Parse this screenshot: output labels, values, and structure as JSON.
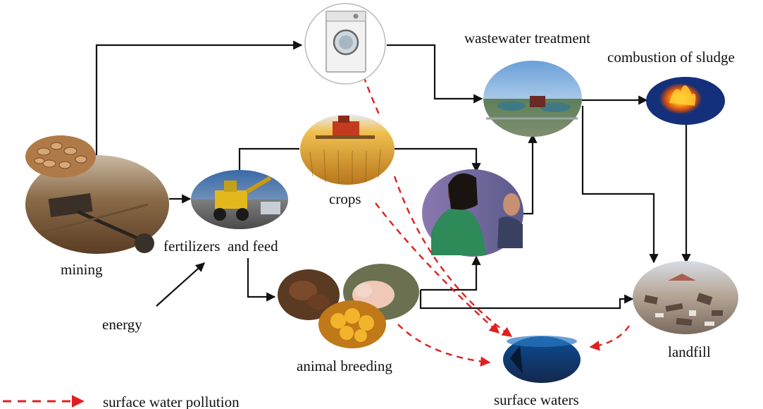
{
  "nodes": {
    "mining": "mining",
    "fertilizers": "fertilizers  and feed",
    "energy": "energy",
    "crops": "crops",
    "animal_breeding": "animal breeding",
    "wastewater": "wastewater treatment",
    "combustion": "combustion of sludge",
    "landfill": "landfill",
    "surface_waters": "surface waters"
  },
  "legend": {
    "label": "surface water pollution",
    "color": "#e02020"
  },
  "colors": {
    "flow_arrow": "#111111",
    "pollution_arrow": "#e02020"
  },
  "icons": [
    "washing-machine-icon",
    "mining-photo",
    "fertilizer-photo",
    "crops-photo",
    "people-photo",
    "wastewater-plant-photo",
    "flame-photo",
    "animals-photo",
    "landfill-photo",
    "sea-photo"
  ]
}
